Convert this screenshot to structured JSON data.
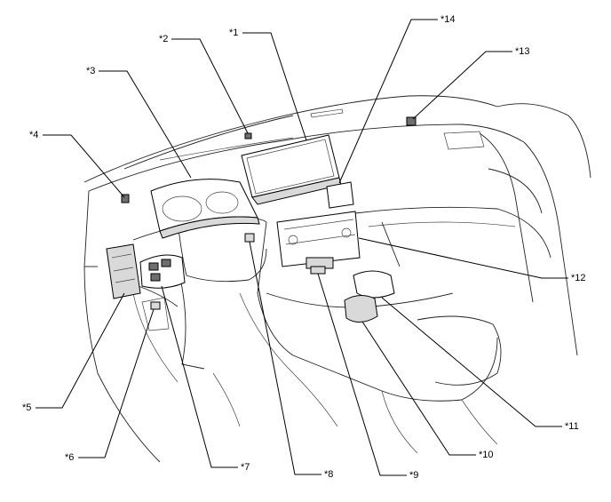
{
  "callouts": [
    {
      "id": "c1",
      "label": "*1"
    },
    {
      "id": "c2",
      "label": "*2"
    },
    {
      "id": "c3",
      "label": "*3"
    },
    {
      "id": "c4",
      "label": "*4"
    },
    {
      "id": "c5",
      "label": "*5"
    },
    {
      "id": "c6",
      "label": "*6"
    },
    {
      "id": "c7",
      "label": "*7"
    },
    {
      "id": "c8",
      "label": "*8"
    },
    {
      "id": "c9",
      "label": "*9"
    },
    {
      "id": "c10",
      "label": "*10"
    },
    {
      "id": "c11",
      "label": "*11"
    },
    {
      "id": "c12",
      "label": "*12"
    },
    {
      "id": "c13",
      "label": "*13"
    },
    {
      "id": "c14",
      "label": "*14"
    }
  ]
}
